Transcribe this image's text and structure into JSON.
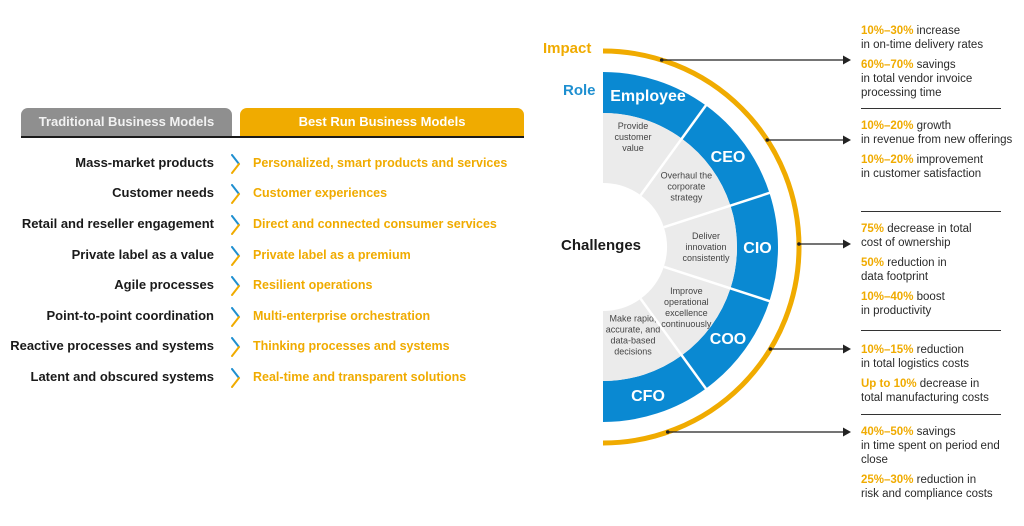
{
  "header": {
    "traditional_label": "Traditional Business Models",
    "best_run_label": "Best Run Business Models"
  },
  "rows": [
    {
      "traditional": "Mass-market products",
      "best_run": "Personalized, smart products and services"
    },
    {
      "traditional": "Customer needs",
      "best_run": "Customer experiences"
    },
    {
      "traditional": "Retail and reseller engagement",
      "best_run": "Direct and connected consumer services"
    },
    {
      "traditional": "Private label as a value",
      "best_run": "Private label as a premium"
    },
    {
      "traditional": "Agile processes",
      "best_run": "Resilient operations"
    },
    {
      "traditional": "Point-to-point coordination",
      "best_run": "Multi-enterprise orchestration"
    },
    {
      "traditional": "Reactive processes and systems",
      "best_run": "Thinking processes and systems"
    },
    {
      "traditional": "Latent and obscured systems",
      "best_run": "Real-time and transparent solutions"
    }
  ],
  "wheel": {
    "impact_label": "Impact",
    "role_label": "Role",
    "challenges_label": "Challenges",
    "segments": [
      {
        "role": "Employee",
        "challenge": [
          "Provide",
          "customer",
          "value"
        ]
      },
      {
        "role": "CEO",
        "challenge": [
          "Overhaul the",
          "corporate",
          "strategy"
        ]
      },
      {
        "role": "CIO",
        "challenge": [
          "Deliver",
          "innovation",
          "consistently"
        ]
      },
      {
        "role": "COO",
        "challenge": [
          "Improve",
          "operational",
          "excellence",
          "continuously"
        ]
      },
      {
        "role": "CFO",
        "challenge": [
          "Make rapid,",
          "accurate, and",
          "data-based",
          "decisions"
        ]
      }
    ]
  },
  "impacts": [
    {
      "items": [
        {
          "pct": "10%–30%",
          "text_first": " increase",
          "text_rest": "in on-time delivery rates"
        },
        {
          "pct": "60%–70%",
          "text_first": " savings",
          "text_rest": "in total vendor invoice processing time"
        }
      ]
    },
    {
      "items": [
        {
          "pct": "10%–20%",
          "text_first": " growth",
          "text_rest": "in revenue from new offerings"
        },
        {
          "pct": "10%–20%",
          "text_first": " improvement",
          "text_rest": "in customer satisfaction"
        }
      ]
    },
    {
      "items": [
        {
          "pct": "75%",
          "text_first": " decrease in total",
          "text_rest": "cost of ownership"
        },
        {
          "pct": "50%",
          "text_first": " reduction in",
          "text_rest": "data footprint"
        },
        {
          "pct": "10%–40%",
          "text_first": " boost",
          "text_rest": "in productivity"
        }
      ]
    },
    {
      "items": [
        {
          "pct": "10%–15%",
          "text_first": " reduction",
          "text_rest": "in total logistics costs"
        },
        {
          "pct": "Up to 10%",
          "text_first": " decrease in",
          "text_rest": "total manufacturing costs"
        }
      ]
    },
    {
      "items": [
        {
          "pct": "40%–50%",
          "text_first": " savings",
          "text_rest": "in time spent on period end close"
        },
        {
          "pct": "25%–30%",
          "text_first": " reduction in",
          "text_rest": "risk and compliance costs"
        }
      ]
    }
  ],
  "colors": {
    "accent_orange": "#f0ab00",
    "role_blue": "#0a89d2",
    "challenge_gray": "#ebebeb",
    "traditional_gray": "#8f8f8f"
  }
}
